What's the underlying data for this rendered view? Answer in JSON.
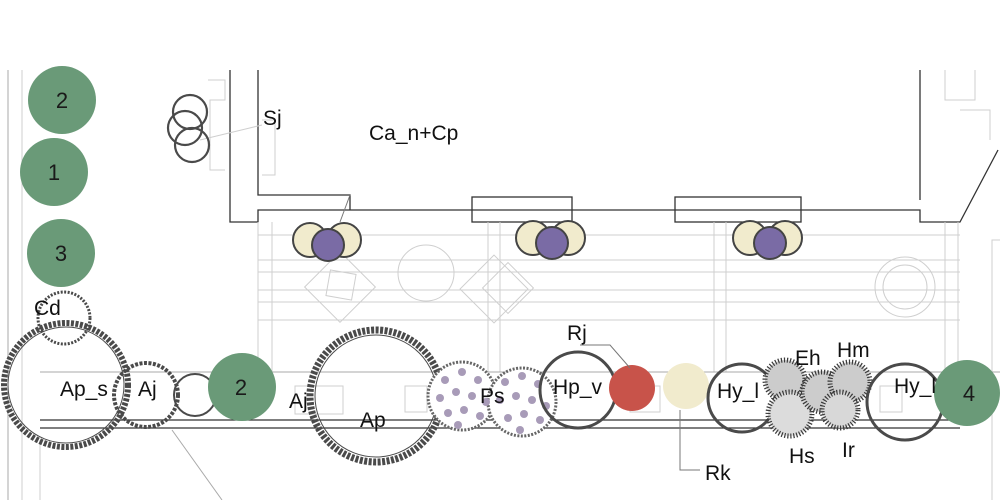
{
  "colors": {
    "tree_green": "#6a9a78",
    "accent_red": "#c8534a",
    "cream": "#f1ebcd",
    "purple": "#7a6ba5",
    "purple_dot": "#a89bb8"
  },
  "labels": {
    "sj": "Sj",
    "ca_n_cp": "Ca_n+Cp",
    "cd": "Cd",
    "ap_s": "Ap_s",
    "aj_left": "Aj",
    "aj_mid": "Aj",
    "ap": "Ap",
    "ps": "Ps",
    "rj": "Rj",
    "hp_v": "Hp_v",
    "hy_l_left": "Hy_l",
    "eh": "Eh",
    "hm": "Hm",
    "hs": "Hs",
    "ir": "Ir",
    "rk": "Rk",
    "hy_l_right": "Hy_l"
  },
  "tree_markers": {
    "t2_top": "2",
    "t1": "1",
    "t3": "3",
    "t2_bottom": "2",
    "t4": "4"
  }
}
